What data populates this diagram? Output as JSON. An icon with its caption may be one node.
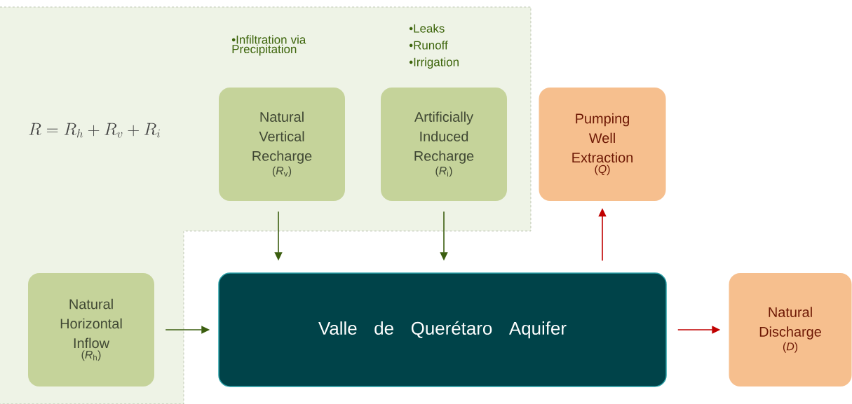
{
  "diagram": {
    "nodes": [
      {
        "text": [
          "Natural Vertical Recharge",
          "(*R*$_{v}$)"
        ],
        "beside": [
          "•Infiltration via Precipitation"
        ]
      },
      {
        "text": [
          "Artificially Induced Recharge",
          "(*R*$_{i}$)"
        ],
        "beside": [
          "•Leaks",
          "•Runoff",
          "•Irrigation"
        ]
      },
      {
        "text": [
          "Pumping Well Extraction",
          "(*Q*)"
        ]
      },
      {
        "text": [
          "Natural Horizontal Inflow",
          "(*R*$_{h}$)"
        ]
      },
      {
        "text": [
          "Valle de Querétaro Aquifer"
        ]
      },
      {
        "text": [
          "Natural Discharge",
          "(*D*)"
        ]
      }
    ],
    "edges": [
      {
        "from": 0,
        "to": 4,
        "arrow": "to"
      },
      {
        "from": 1,
        "to": 4,
        "arrow": "to"
      },
      {
        "from": 4,
        "to": 2,
        "arrow": "to",
        "color": "#c00000"
      },
      {
        "from": 3,
        "to": 4,
        "arrow": "to"
      },
      {
        "from": 4,
        "to": 5,
        "arrow": "to",
        "color": "#c00000"
      }
    ],
    "labels": [
      "R = R_h + R_v + R_i"
    ]
  }
}
